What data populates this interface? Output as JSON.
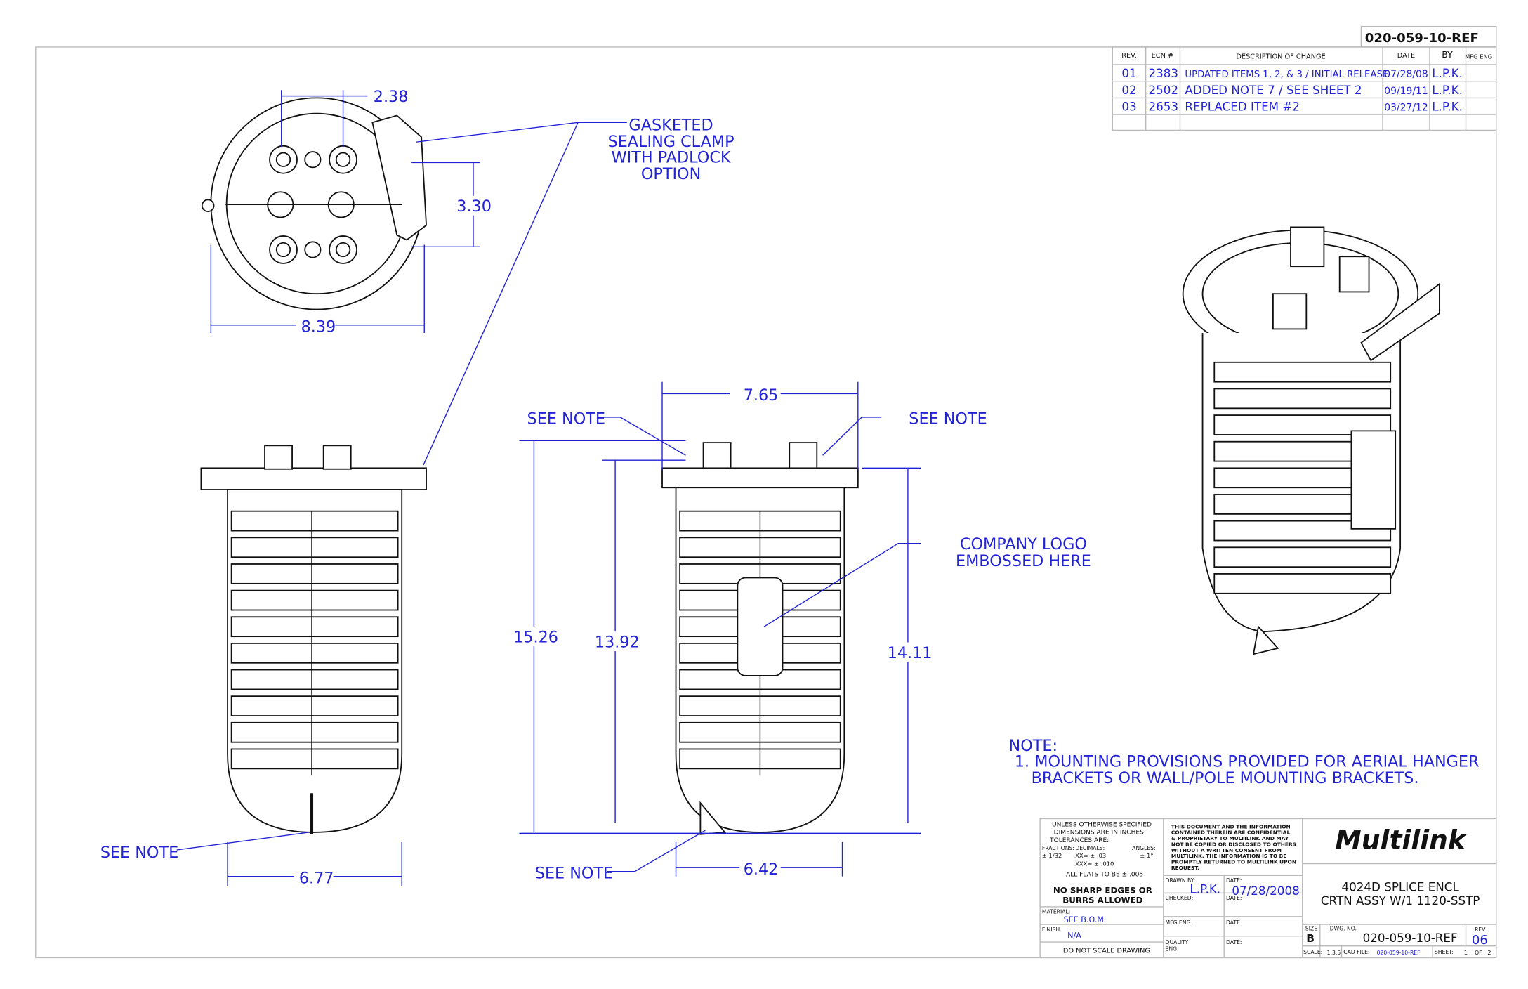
{
  "drawing_number_box": "020-059-10-REF",
  "revision_table": {
    "headers": {
      "rev": "REV.",
      "ecn": "ECN #",
      "description": "DESCRIPTION OF CHANGE",
      "date": "DATE",
      "by": "BY",
      "mfg_eng": "MFG ENG"
    },
    "rows": [
      {
        "rev": "01",
        "ecn": "2383",
        "description": "UPDATED ITEMS 1, 2, & 3 / INITIAL RELEASE",
        "date": "07/28/08",
        "by": "L.P.K."
      },
      {
        "rev": "02",
        "ecn": "2502",
        "description": "ADDED NOTE 7 / SEE SHEET 2",
        "date": "09/19/11",
        "by": "L.P.K."
      },
      {
        "rev": "03",
        "ecn": "2653",
        "description": "REPLACED ITEM #2",
        "date": "03/27/12",
        "by": "L.P.K."
      }
    ]
  },
  "dimensions": {
    "top_width": "2.38",
    "top_height": "3.30",
    "top_diameter": "8.39",
    "front_top": "7.65",
    "front_h1": "15.26",
    "front_h2": "13.92",
    "front_h3": "14.11",
    "front_bottom": "6.42",
    "side_bottom": "6.77"
  },
  "callouts": {
    "gasketed": [
      "GASKETED",
      "SEALING CLAMP",
      "WITH PADLOCK",
      "OPTION"
    ],
    "see_note": "SEE NOTE",
    "logo": [
      "COMPANY LOGO",
      "EMBOSSED HERE"
    ]
  },
  "note": {
    "title": "NOTE:",
    "line1": "1. MOUNTING PROVISIONS PROVIDED FOR AERIAL HANGER",
    "line2": "BRACKETS OR WALL/POLE MOUNTING BRACKETS."
  },
  "title_block": {
    "tolerances": [
      "UNLESS OTHERWISE SPECIFIED",
      "DIMENSIONS ARE IN INCHES",
      "TOLERANCES ARE:"
    ],
    "fractions_label": "FRACTIONS:",
    "fractions_value": "± 1/32",
    "decimals_label": "DECIMALS:",
    "decimals_xx": ".XX= ± .03",
    "decimals_xxx": ".XXX= ± .010",
    "angles_label": "ANGLES:",
    "angles_value": "± 1°",
    "flats": "ALL FLATS TO BE ± .005",
    "sharp": [
      "NO SHARP EDGES OR",
      "BURRS ALLOWED"
    ],
    "material_label": "MATERIAL:",
    "material_value": "SEE B.O.M.",
    "finish_label": "FINISH:",
    "finish_value": "N/A",
    "do_not_scale": "DO NOT SCALE DRAWING",
    "confidential": [
      "THIS DOCUMENT AND THE INFORMATION",
      "CONTAINED THEREIN ARE CONFIDENTIAL",
      "& PROPRIETARY TO MULTILINK AND MAY",
      "NOT BE COPIED OR DISCLOSED TO OTHERS",
      "WITHOUT A WRITTEN CONSENT FROM",
      "MULTILINK. THE INFORMATION IS TO BE",
      "PROMPTLY RETURNED TO MULTILINK UPON",
      "REQUEST."
    ],
    "drawn_by_label": "DRAWN BY:",
    "drawn_by": "L.P.K.",
    "date_label": "DATE:",
    "drawn_date": "07/28/2008",
    "checked_label": "CHECKED:",
    "mfg_eng_label": "MFG ENG:",
    "quality_label": [
      "QUALITY",
      "ENG:"
    ],
    "logo": "Multilink",
    "title": [
      "4024D SPLICE ENCL",
      "CRTN ASSY W/1 1120-SSTP"
    ],
    "size_label": "SIZE",
    "size": "B",
    "dwg_no_label": "DWG. NO.",
    "dwg_no": "020-059-10-REF",
    "rev_label": "REV.",
    "rev": "06",
    "scale_label": "SCALE:",
    "scale": "1:3.5",
    "cad_file_label": "CAD  FILE:",
    "cad_file": "020-059-10-REF",
    "sheet_label": "SHEET:",
    "sheet": "1",
    "of_label": "OF",
    "sheet_total": "2"
  }
}
